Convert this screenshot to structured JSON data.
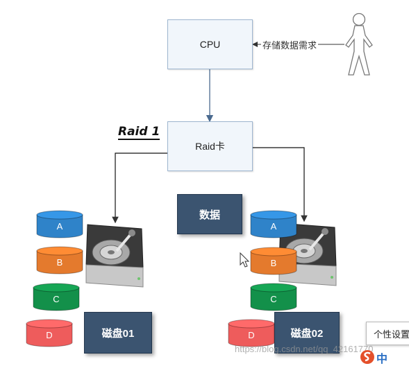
{
  "nodes": {
    "cpu": "CPU",
    "raid_card": "Raid卡",
    "request": "存储数据需求",
    "raid_title": "Raid 1",
    "data": "数据",
    "disk1": "磁盘01",
    "disk2": "磁盘02"
  },
  "left_stack": [
    "A",
    "B",
    "C",
    "D"
  ],
  "right_stack": [
    "A",
    "B",
    "C",
    "D"
  ],
  "colors": {
    "A": "#2f83c9",
    "B": "#e47a2d",
    "C": "#13904a",
    "D": "#ee5c5c",
    "node_fill": "#f1f6fb",
    "arrow": "#4a6a8f",
    "dark_box": "#3b5470"
  },
  "overlay": {
    "watermark": "https://blog.csdn.net/qq_42161770",
    "popup": "个性设置",
    "ime_letter": "中"
  }
}
